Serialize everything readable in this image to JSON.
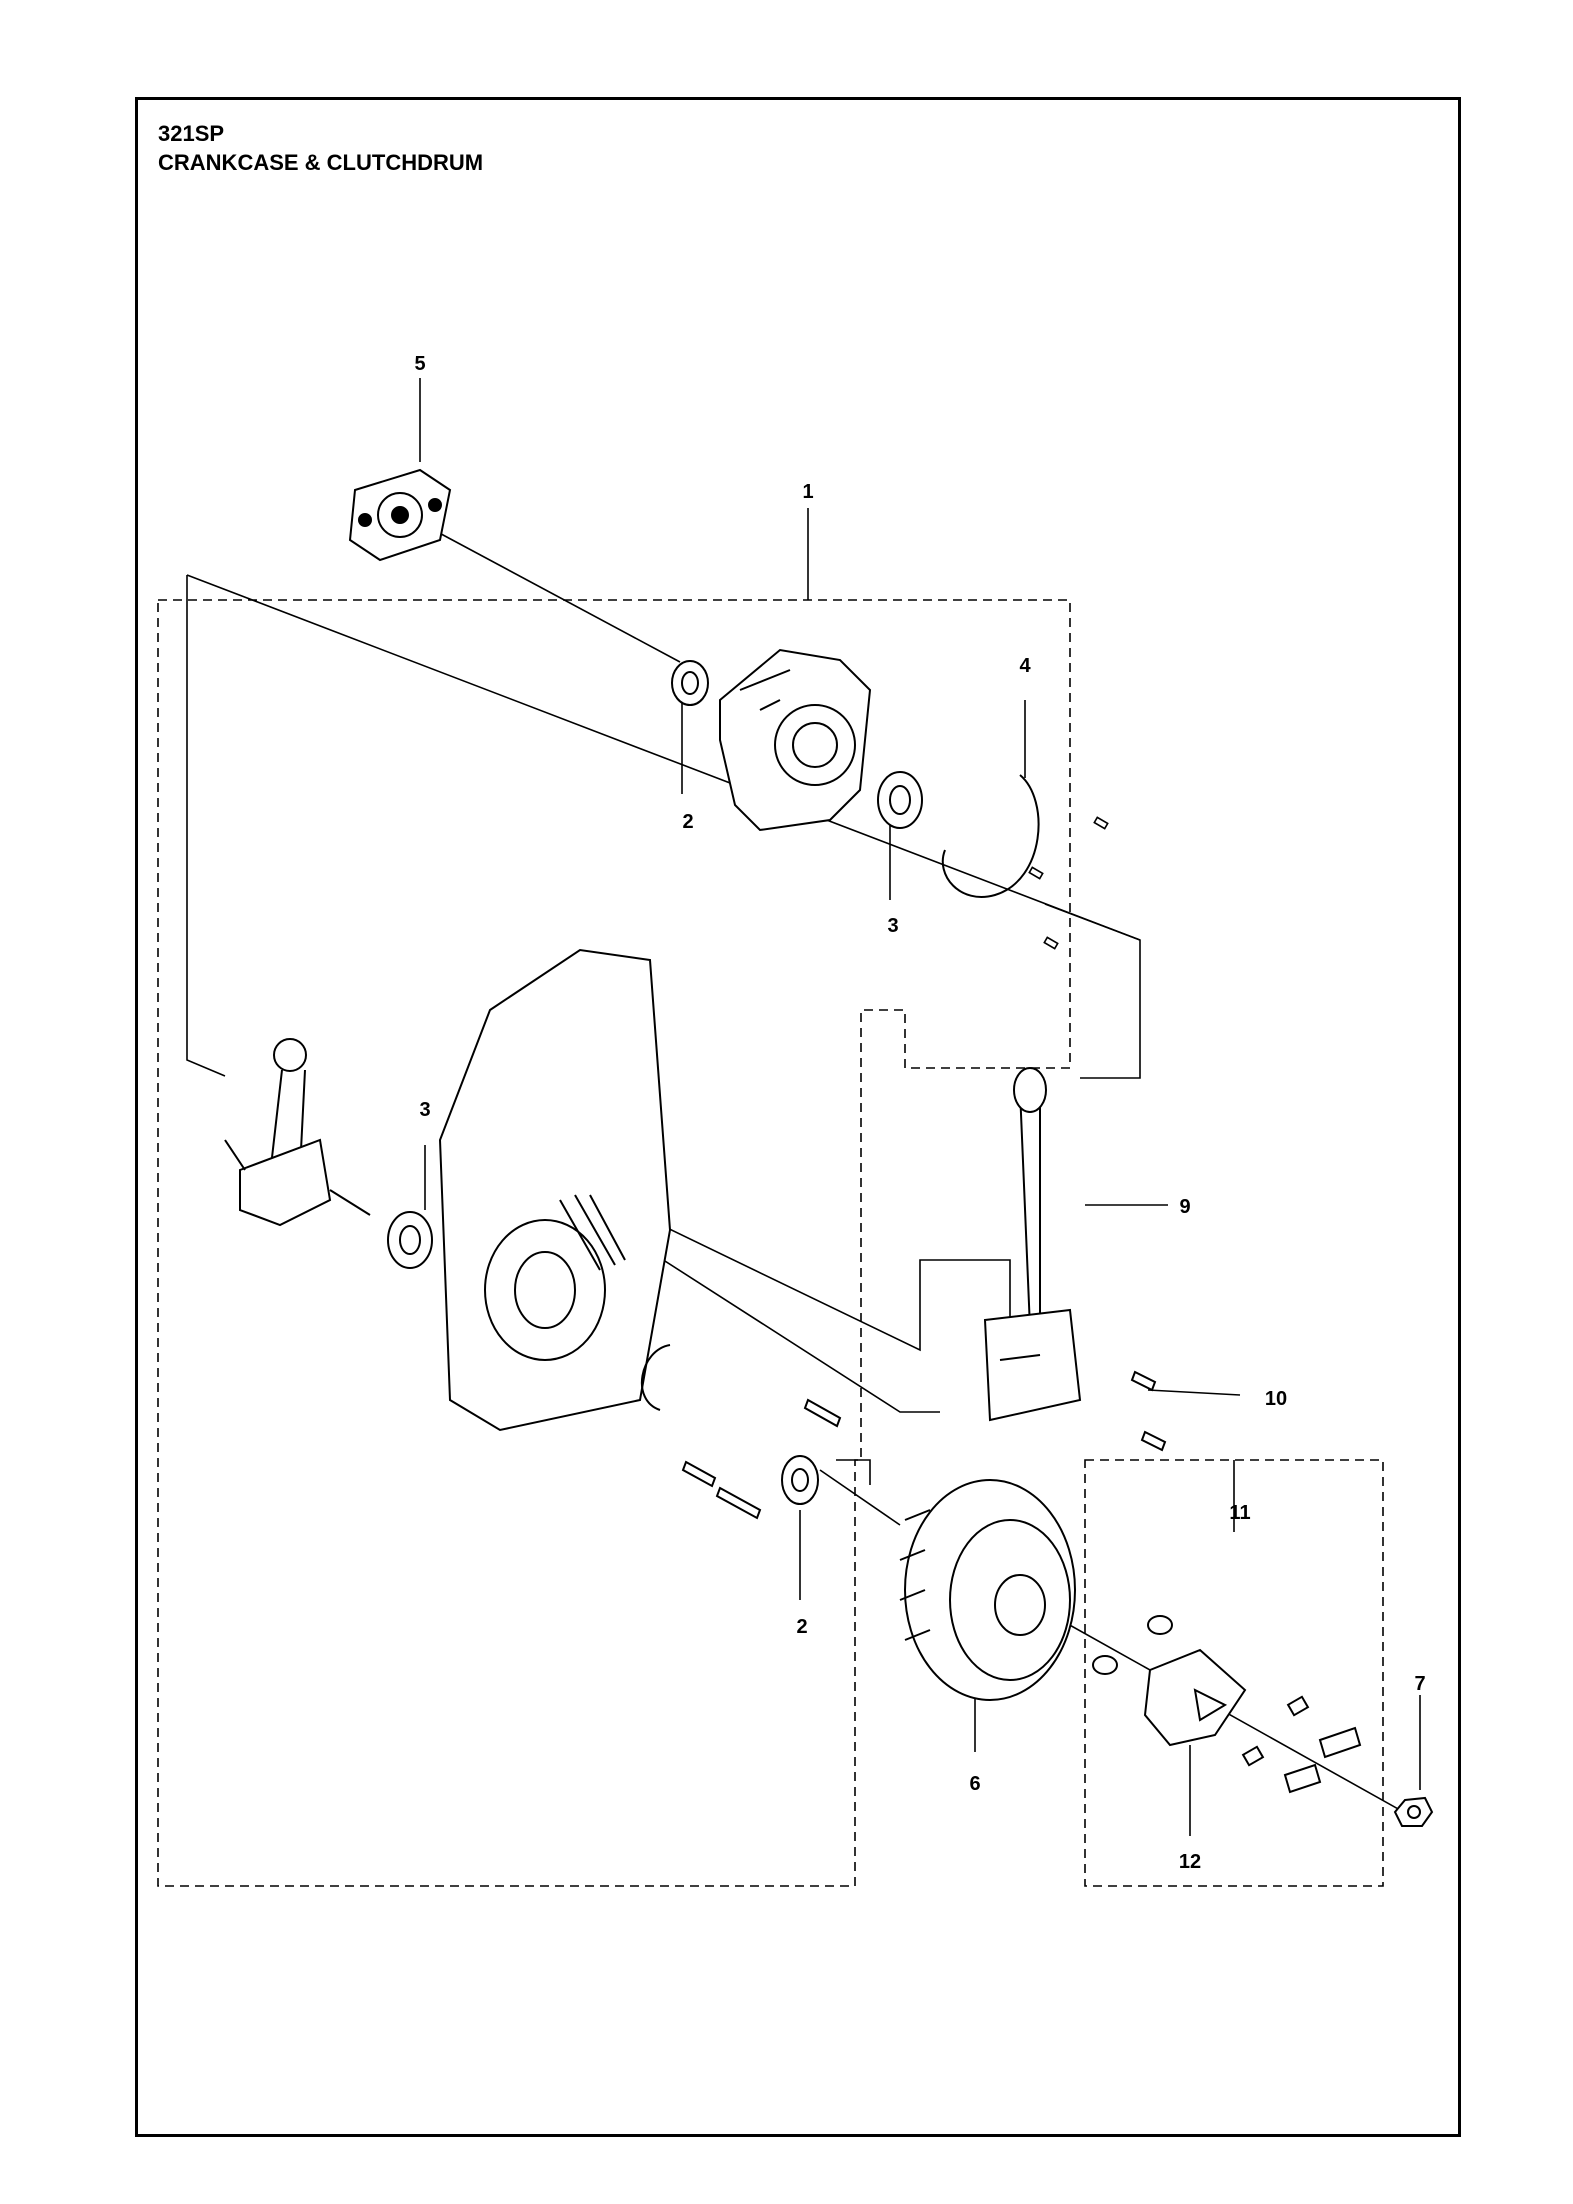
{
  "header": {
    "model": "321SP",
    "section": "CRANKCASE & CLUTCHDRUM"
  },
  "callouts": [
    "5",
    "1",
    "4",
    "2",
    "3",
    "3",
    "9",
    "10",
    "11",
    "2",
    "6",
    "7",
    "12"
  ]
}
